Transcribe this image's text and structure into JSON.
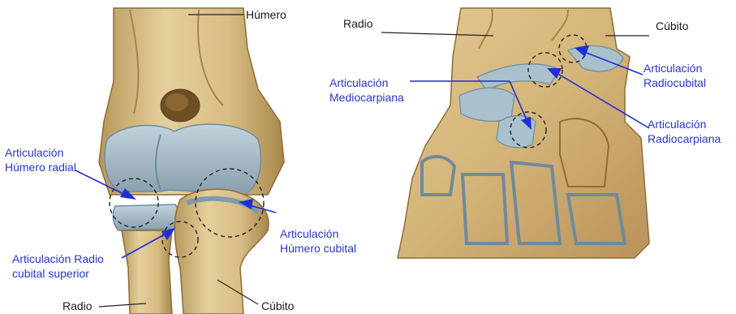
{
  "colors": {
    "bone": "#dcc58f",
    "bone_dark": "#b49456",
    "bone_shadow": "#8e6d37",
    "cartilage": "#a9c0cd",
    "cartilage_dark": "#7f9aab",
    "pointer_blue": "#1f2fd8",
    "label_blue": "#2a35c8",
    "label_black": "#1a1a1a"
  },
  "elbow": {
    "labels": {
      "humero": "Húmero",
      "radio": "Radio",
      "cubito": "Cúbito",
      "art_humero_radial": "Articulación\nHúmero radial",
      "art_humero_cubital": "Articulación\nHúmero cubital",
      "art_radio_cubital_superior": "Articulación Radio\ncubital superior"
    }
  },
  "wrist": {
    "labels": {
      "radio": "Radio",
      "cubito": "Cúbito",
      "art_mediocarpiana": "Articulación\nMediocarpiana",
      "art_radiocubital": "Articulación\nRadiocubital",
      "art_radiocarpiana": "Articulación\nRadiocarpiana"
    }
  }
}
